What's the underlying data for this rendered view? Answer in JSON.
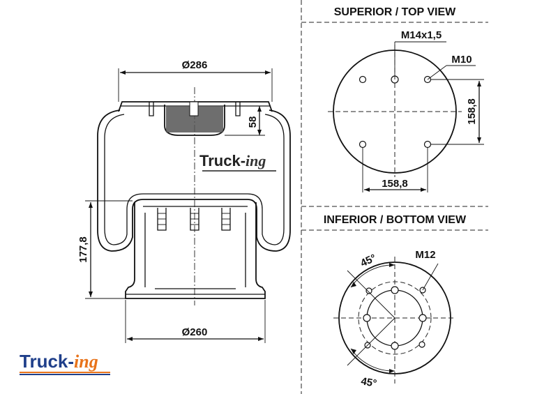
{
  "views": {
    "top_title": "SUPERIOR / TOP VIEW",
    "bottom_title": "INFERIOR / BOTTOM VIEW"
  },
  "side_view": {
    "top_diameter": "Ø286",
    "bottom_diameter": "Ø260",
    "height": "177,8",
    "bumper_height": "58"
  },
  "top_view": {
    "center_thread": "M14x1,5",
    "stud_thread": "M10",
    "hole_spacing_vertical": "158,8",
    "hole_spacing_horizontal": "158,8"
  },
  "bottom_view": {
    "stud_thread": "M12",
    "angle_top": "45°",
    "angle_bottom": "45°"
  },
  "brand": {
    "name_main": "Truck-",
    "name_suffix": "ing",
    "colors": {
      "primary": "#1f3f8a",
      "accent": "#e8731a"
    }
  }
}
